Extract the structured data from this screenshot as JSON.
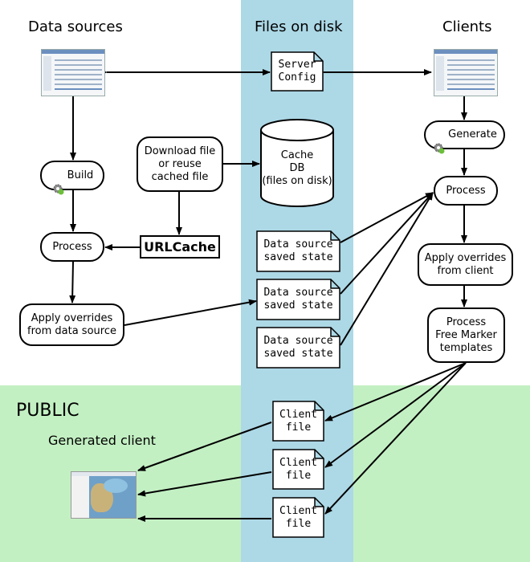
{
  "columns": {
    "data_sources": "Data sources",
    "files_on_disk": "Files on disk",
    "clients": "Clients"
  },
  "public": {
    "title": "PUBLIC",
    "generated_client": "Generated client"
  },
  "nodes": {
    "server_config": "Server\nConfig",
    "cache_db": "Cache\nDB\n(files on disk)",
    "build": "Build",
    "download": "Download file\nor reuse\ncached file",
    "process_left": "Process",
    "urlcache": "URLCache",
    "apply_ds": "Apply overrides\nfrom data source",
    "saved_state": "Data source\nsaved state",
    "generate": "Generate",
    "process_right": "Process",
    "apply_client": "Apply overrides\nfrom client",
    "freemarker": "Process\nFree Marker\ntemplates",
    "client_file": "Client\nfile"
  },
  "colors": {
    "files_column": "#add8e6",
    "public_area": "#c3f0c3",
    "line": "#000000"
  }
}
